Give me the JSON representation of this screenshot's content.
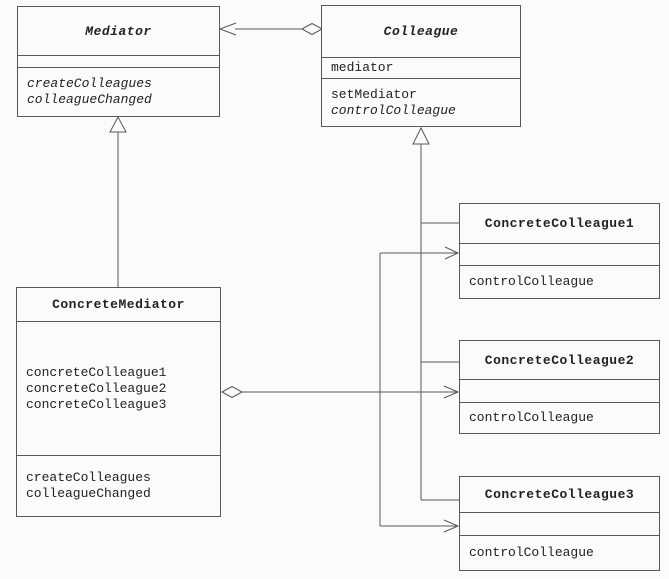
{
  "colors": {
    "line": "#585858",
    "text": "#222222",
    "background": "#fbfbfb"
  },
  "classes": {
    "mediator": {
      "name": "Mediator",
      "attributes": [],
      "methods": [
        "createColleagues",
        "colleagueChanged"
      ]
    },
    "colleague": {
      "name": "Colleague",
      "attributes": [
        "mediator"
      ],
      "methods": [
        "setMediator",
        "controlColleague"
      ]
    },
    "concrete_mediator": {
      "name": "ConcreteMediator",
      "attributes": [
        "concreteColleague1",
        "concreteColleague2",
        "concreteColleague3"
      ],
      "methods": [
        "createColleagues",
        "colleagueChanged"
      ]
    },
    "concrete_colleague1": {
      "name": "ConcreteColleague1",
      "attributes": [],
      "methods": [
        "controlColleague"
      ]
    },
    "concrete_colleague2": {
      "name": "ConcreteColleague2",
      "attributes": [],
      "methods": [
        "controlColleague"
      ]
    },
    "concrete_colleague3": {
      "name": "ConcreteColleague3",
      "attributes": [],
      "methods": [
        "controlColleague"
      ]
    }
  },
  "relationships": {
    "colleague_aggregates_mediator": "Colleague ◇—→ Mediator",
    "concretemediator_inherits_mediator": "ConcreteMediator —▷ Mediator",
    "concretecolleagues_inherit_colleague": "ConcreteColleague1/2/3 —▷ Colleague",
    "concretemediator_aggregates_concretecolleagues": "ConcreteMediator ◇—→ ConcreteColleague1/2/3"
  }
}
